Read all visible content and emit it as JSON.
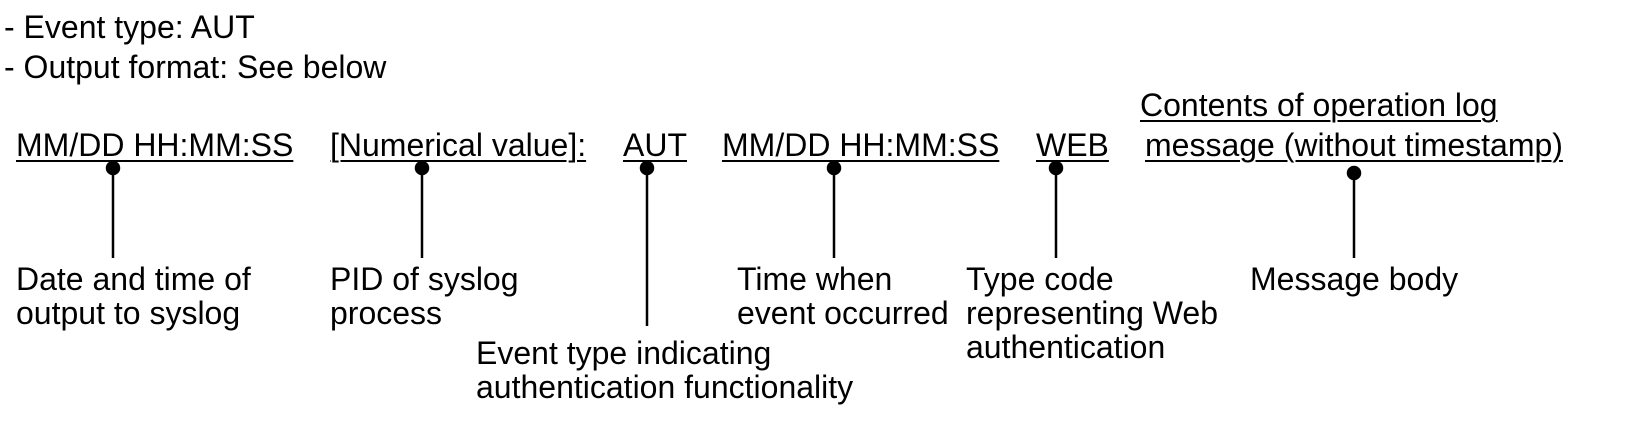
{
  "header": {
    "event_type_line": "- Event type: AUT",
    "output_format_line": "- Output format: See below"
  },
  "fields": [
    {
      "text": "MM/DD HH:MM:SS"
    },
    {
      "text": "[Numerical value]:"
    },
    {
      "text": "AUT"
    },
    {
      "text": "MM/DD HH:MM:SS"
    },
    {
      "text": "WEB"
    },
    {
      "text_line1": "Contents of operation log",
      "text_line2": "message (without timestamp)"
    }
  ],
  "descriptions": [
    {
      "lines": [
        "Date and time of",
        "output to syslog"
      ]
    },
    {
      "lines": [
        "PID of syslog",
        "process"
      ]
    },
    {
      "lines": [
        "Event type indicating",
        "authentication functionality"
      ]
    },
    {
      "lines": [
        "Time when",
        "event occurred"
      ]
    },
    {
      "lines": [
        "Type code",
        "representing Web",
        "authentication"
      ]
    },
    {
      "lines": [
        "Message body"
      ]
    }
  ],
  "colors": {
    "ink": "#000000",
    "background": "#ffffff"
  }
}
